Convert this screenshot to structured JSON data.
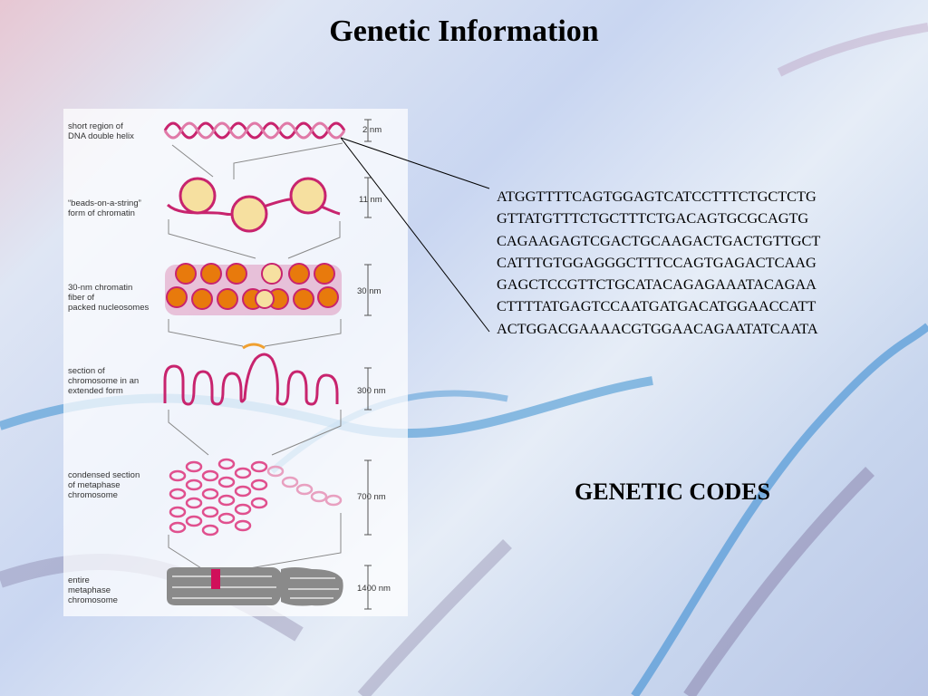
{
  "slide": {
    "title": "Genetic Information",
    "caption": "GENETIC CODES"
  },
  "diagram": {
    "stages": [
      {
        "label": "short region of\nDNA double helix",
        "size": "2 nm"
      },
      {
        "label": "“beads-on-a-string”\nform of chromatin",
        "size": "11 nm"
      },
      {
        "label": "30-nm chromatin\nfiber of\npacked nucleosomes",
        "size": "30 nm"
      },
      {
        "label": "section of\nchromosome in an\nextended form",
        "size": "300 nm"
      },
      {
        "label": "condensed section\nof metaphase\nchromosome",
        "size": "700 nm"
      },
      {
        "label": "entire\nmetaphase\nchromosome",
        "size": "1400 nm"
      }
    ]
  },
  "sequence": {
    "lines": [
      "ATGGTTTTCAGTGGAGTCATCCTTTCTGCTCTG",
      "GTTATGTTTCTGCTTTCTGACAGTGCGCAGTG",
      "CAGAAGAGTCGACTGCAAGACTGACTGTTGCT",
      "CATTTGTGGAGGGCTTTCCAGTGAGACTCAAG",
      "GAGCTCCGTTCTGCATACAGAGAAATACAGAA",
      "CTTTTATGAGTCCAATGATGACATGGAACCATT",
      "ACTGGACGAAAACGTGGAACAGAATATCAATA"
    ]
  },
  "colors": {
    "helix": "#c8246e",
    "nucleosome_fill": "#f6e0a0",
    "fiber_orange": "#e87a0c",
    "chromosome_gray": "#8a8a8a",
    "band": "#d0105a",
    "background_helix": "#3a8fd0"
  }
}
